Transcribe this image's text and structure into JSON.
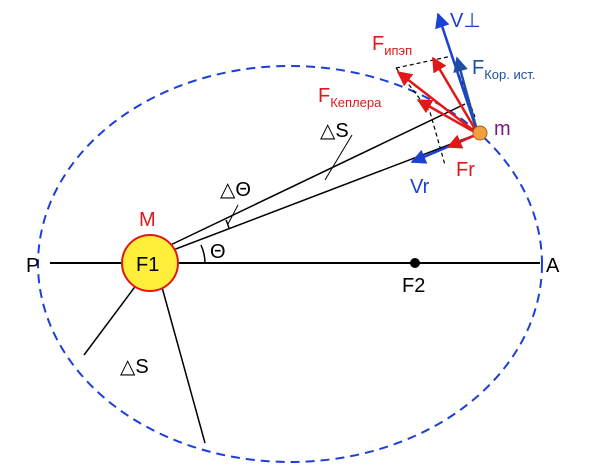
{
  "labels": {
    "P": "P",
    "A": "A",
    "F1": "F1",
    "F2": "F2",
    "M": "M",
    "m": "m",
    "theta": "Θ",
    "delta_theta": "△Θ",
    "delta_s_top": "△S",
    "delta_s_bottom": "△S",
    "Vr": "Vr",
    "Fr": "Fr",
    "V_perp": "V⊥",
    "F_kepler_main": "F",
    "F_kepler_sub": "Кеплера",
    "F_ipep_main": "F",
    "F_ipep_sub": "ипэп",
    "F_kor_main": "F",
    "F_kor_sub": "Кор. ист."
  },
  "colors": {
    "orbit": "#1c3fd6",
    "sun_fill": "#ffee3a",
    "sun_stroke": "#e01818",
    "planet_fill": "#f0a040",
    "red": "#e01818",
    "blue": "#1c3fd6",
    "darkblue": "#1f4fa0",
    "mass_label": "#e01818",
    "m_label": "#7a1a7a"
  }
}
